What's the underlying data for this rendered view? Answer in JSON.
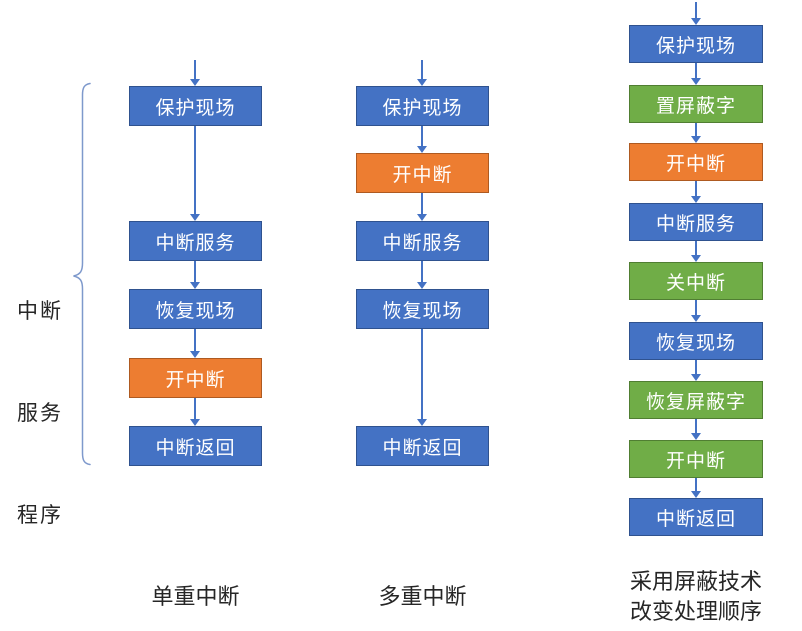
{
  "diagram": {
    "brace_label": {
      "lines": [
        "中断",
        "服务",
        "程序"
      ]
    },
    "columns": [
      {
        "caption": "单重中断",
        "boxes": [
          {
            "label": "保护现场",
            "color": "blue"
          },
          {
            "label": "中断服务",
            "color": "blue"
          },
          {
            "label": "恢复现场",
            "color": "blue"
          },
          {
            "label": "开中断",
            "color": "orange"
          },
          {
            "label": "中断返回",
            "color": "blue"
          }
        ]
      },
      {
        "caption": "多重中断",
        "boxes": [
          {
            "label": "保护现场",
            "color": "blue"
          },
          {
            "label": "开中断",
            "color": "orange"
          },
          {
            "label": "中断服务",
            "color": "blue"
          },
          {
            "label": "恢复现场",
            "color": "blue"
          },
          {
            "label": "中断返回",
            "color": "blue"
          }
        ]
      },
      {
        "caption_lines": [
          "采用屏蔽技术",
          "改变处理顺序"
        ],
        "boxes": [
          {
            "label": "保护现场",
            "color": "blue"
          },
          {
            "label": "置屏蔽字",
            "color": "green"
          },
          {
            "label": "开中断",
            "color": "orange"
          },
          {
            "label": "中断服务",
            "color": "blue"
          },
          {
            "label": "关中断",
            "color": "green"
          },
          {
            "label": "恢复现场",
            "color": "blue"
          },
          {
            "label": "恢复屏蔽字",
            "color": "green"
          },
          {
            "label": "开中断",
            "color": "green"
          },
          {
            "label": "中断返回",
            "color": "blue"
          }
        ]
      }
    ],
    "colors": {
      "box_blue": "#4472C4",
      "box_blue_border": "#2F528F",
      "box_orange": "#ED7D31",
      "box_orange_border": "#AE5A21",
      "box_green": "#70AD47",
      "box_green_border": "#507E32",
      "arrow": "#4472C4",
      "brace": "#7E99CC",
      "text_on_box": "#FFFFFF",
      "caption_text": "#262626"
    }
  }
}
